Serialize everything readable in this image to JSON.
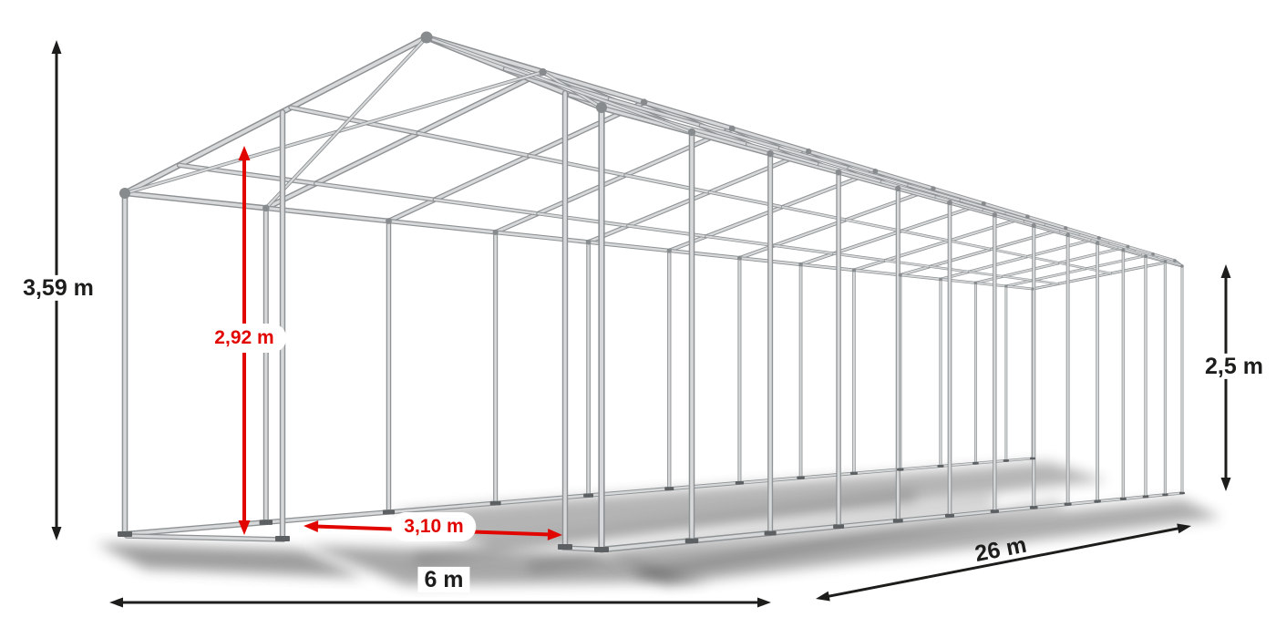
{
  "dimensions": {
    "total_height": "3,59 m",
    "entrance_height": "2,92 m",
    "side_height": "2,5 m",
    "width": "6 m",
    "length": "26 m",
    "entrance_width": "3,10 m"
  },
  "colors": {
    "background": "#ffffff",
    "dimension_black": "#1d1d1b",
    "dimension_red": "#e10600",
    "frame_fill": "#d6d8d9",
    "frame_outline": "#8e9294",
    "frame_joint": "#878b8d",
    "base_plate": "#5c6062",
    "shadow": "#3c3c3c"
  }
}
